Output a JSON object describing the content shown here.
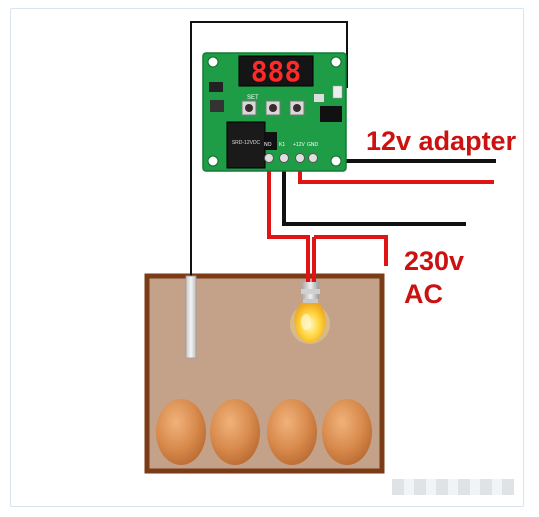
{
  "labels": {
    "adapter": "12v adapter",
    "ac_voltage": "230v",
    "ac_type": "AC"
  },
  "module": {
    "display_digits": "888",
    "set_button": "SET",
    "pin_labels": [
      "NO",
      "K1",
      "+12V",
      "GND"
    ],
    "relay_brand": "SRD-12VDC"
  },
  "colors": {
    "label_red": "#cc1111",
    "wire_red": "#e01414",
    "wire_black": "#111111",
    "pcb_green": "#1e9d46",
    "display_red": "#ff2a2a",
    "box_fill": "#c4a289",
    "box_border": "#7a3b16",
    "egg": "#d48a4f",
    "bulb_glow": "#ffd640"
  },
  "diagram": {
    "eggs": 4,
    "components": [
      "thermostat-module",
      "temperature-probe",
      "light-bulb",
      "incubator-box",
      "eggs"
    ]
  }
}
